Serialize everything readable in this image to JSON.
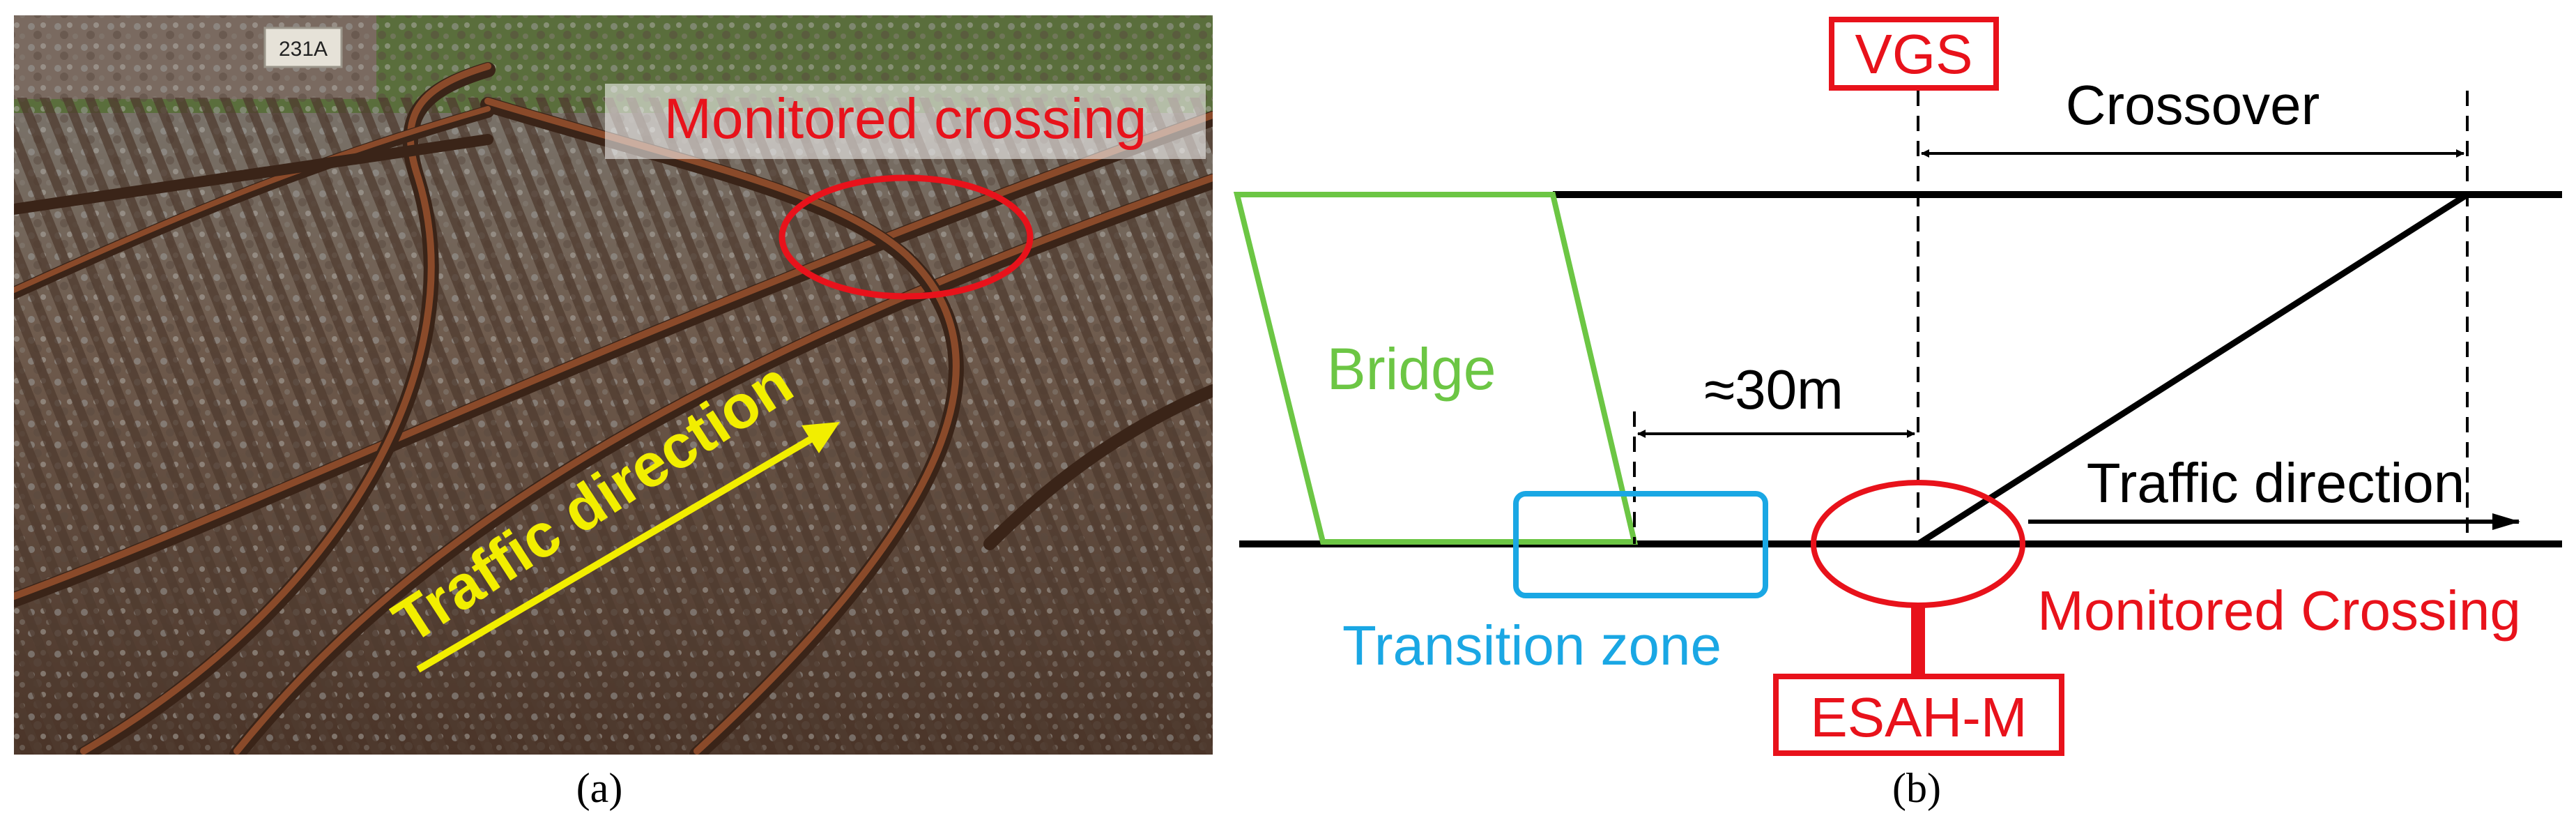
{
  "panel_a": {
    "sign": "231A",
    "monitored_crossing": "Monitored crossing",
    "traffic_direction": "Traffic direction",
    "caption": "(a)"
  },
  "panel_b": {
    "vgs": "VGS",
    "crossover": "Crossover",
    "bridge": "Bridge",
    "distance": "≈30m",
    "traffic_direction": "Traffic direction",
    "transition_zone": "Transition zone",
    "monitored_crossing": "Monitored Crossing",
    "esah_m": "ESAH-M",
    "caption": "(b)"
  },
  "colors": {
    "red": "#e8121b",
    "green": "#6cc644",
    "blue": "#1aa7e4",
    "yellow": "#f2ee00",
    "black": "#000000"
  }
}
